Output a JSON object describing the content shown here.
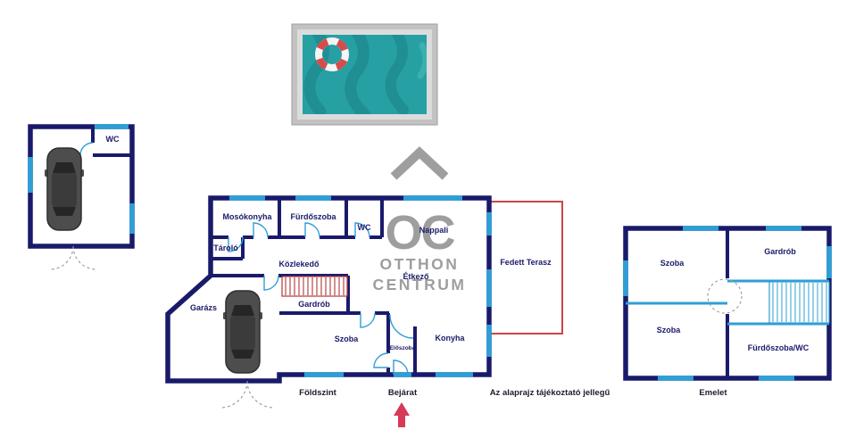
{
  "watermark": {
    "monogram": "OC",
    "line1": "OTTHON",
    "line2": "CENTRUM"
  },
  "garage_building": {
    "wc_label": "WC"
  },
  "ground_floor": {
    "caption": "Földszint",
    "rooms": {
      "mosokonyha": "Mosókonyha",
      "furdoszoba": "Fürdőszoba",
      "wc": "WC",
      "nappali": "Nappali",
      "tarolo": "Tároló",
      "kozlekedo": "Közlekedő",
      "etkezo": "Étkező",
      "garazs": "Garázs",
      "gardrob": "Gardrób",
      "szoba": "Szoba",
      "eloszoba": "Előszoba",
      "konyha": "Konyha",
      "terasz": "Fedett Terasz"
    }
  },
  "upper_floor": {
    "caption": "Emelet",
    "rooms": {
      "szoba_felso": "Szoba",
      "szoba_also": "Szoba",
      "gardrob": "Gardrób",
      "furdoszoba_wc": "Fürdőszoba/WC"
    }
  },
  "entrance": {
    "label": "Bejárat"
  },
  "disclaimer": "Az alaprajz tájékoztató jellegű",
  "colors": {
    "wall": "#1a1a6b",
    "opening": "#2d9fd6",
    "terrace_red": "#cc4545",
    "stairs_red": "#b03636",
    "arrow_red": "#d63a56",
    "pool_water": "#27a0a4",
    "pool_wave": "#1f8f94",
    "watermark_gray": "#9e9e9e",
    "car_gray": "#4d4d4d"
  }
}
